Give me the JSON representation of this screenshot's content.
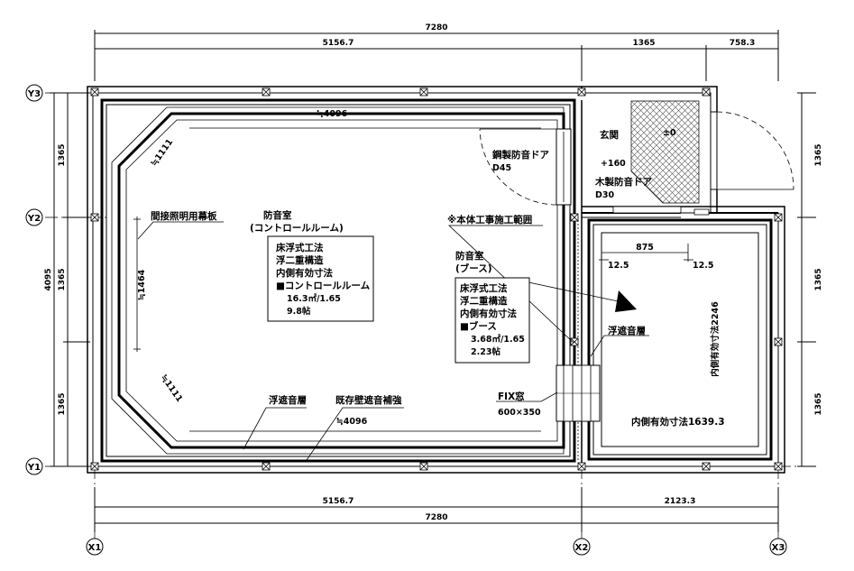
{
  "grid": {
    "y3": "Y3",
    "y2": "Y2",
    "y1": "Y1",
    "x1": "X1",
    "x2": "X2",
    "x3": "X3"
  },
  "dims": {
    "top_total": "7280",
    "top_left": "5156.7",
    "top_mid": "1365",
    "top_right": "758.3",
    "bottom_left": "5156.7",
    "bottom_right": "2123.3",
    "bottom_total": "7280",
    "left_total": "4095",
    "left_1": "1365",
    "left_2": "1365",
    "left_3": "1365",
    "right_1": "1365",
    "right_2": "1365",
    "right_3": "1365"
  },
  "control_room": {
    "top_width": "≒4096",
    "bottom_width": "≒4096",
    "diag_top": "≒1111",
    "diag_bottom": "≒1111",
    "left_height": "≒1464",
    "indirect_light": "間接照明用幕板",
    "title1": "防音室",
    "title2": "(コントロールルーム)",
    "spec": [
      "床浮式工法",
      "浮二重構造",
      "内側有効寸法",
      "■コントロールルーム",
      "16.3㎡/1.65",
      "9.8帖"
    ],
    "floating_layer": "浮遮音層",
    "wall_reinforce": "既存壁遮音補強"
  },
  "booth": {
    "title1": "防音室",
    "title2": "(ブース)",
    "spec": [
      "床浮式工法",
      "浮二重構造",
      "内側有効寸法",
      "■ブース",
      "3.68㎡/1.65",
      "2.23帖"
    ],
    "dim_875": "875",
    "dim_12_5_left": "12.5",
    "dim_12_5_right": "12.5",
    "inner_height": "内側有効寸法2246",
    "inner_width": "内側有効寸法1639.3",
    "floating_layer": "浮遮音層",
    "fix_window_1": "FIX窓",
    "fix_window_2": "600×350",
    "scope_note": "※本体工事施工範囲"
  },
  "entrance": {
    "name": "玄関",
    "level": "±0",
    "plus": "+160",
    "steel_door_1": "鋼製防音ドア",
    "steel_door_2": "D45",
    "wood_door_1": "木製防音ドア",
    "wood_door_2": "D30"
  }
}
